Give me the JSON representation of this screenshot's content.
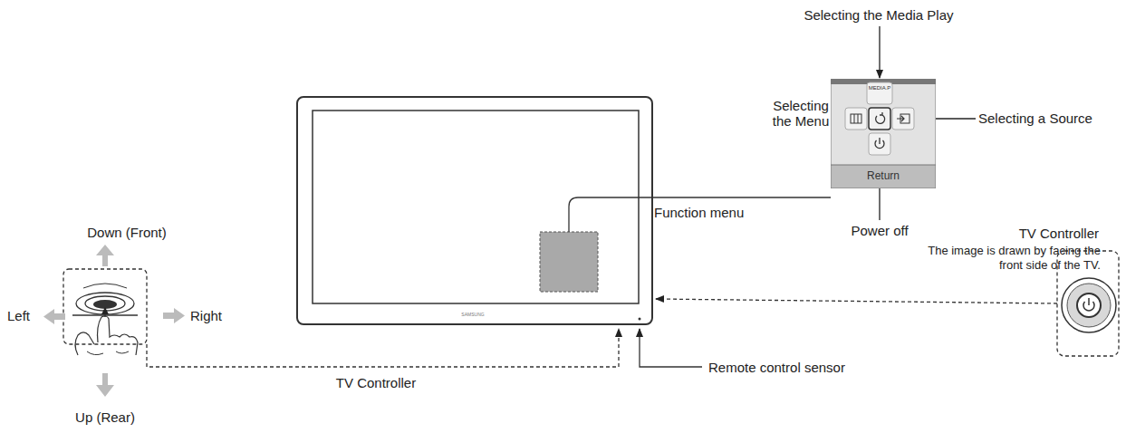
{
  "diagram": {
    "nodes": [
      {
        "text": [
          "MEDIA.P",
          "Return"
        ]
      }
    ],
    "labels": [
      "Selecting the Media Play",
      "Selecting the Menu",
      "Selecting a Source",
      "Function menu",
      "Power off",
      "Down (Front)",
      "Left",
      "Right",
      "Up (Rear)",
      "TV Controller",
      "Remote control sensor",
      "TV Controller",
      "The image is drawn by facing the front side of the TV.",
      "SAMSUNG"
    ]
  }
}
